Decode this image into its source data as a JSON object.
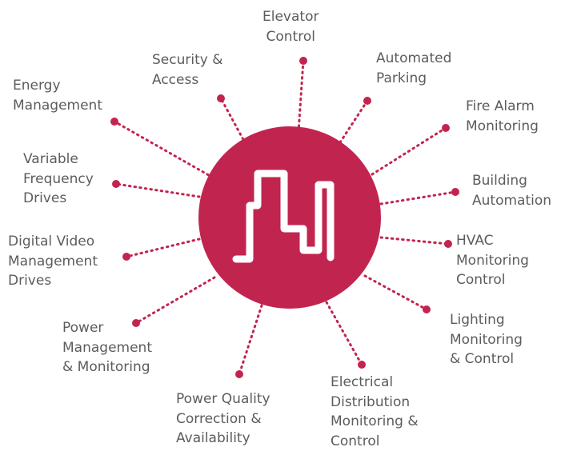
{
  "colors": {
    "accent": "#c1254f",
    "text": "#5b5c5f",
    "icon": "#ffffff"
  },
  "center": {
    "icon": "building-skyline-icon"
  },
  "labels": [
    {
      "id": "elevator",
      "lines": [
        "Elevator",
        "Control"
      ]
    },
    {
      "id": "parking",
      "lines": [
        "Automated",
        "Parking"
      ]
    },
    {
      "id": "fire",
      "lines": [
        "Fire Alarm",
        "Monitoring"
      ]
    },
    {
      "id": "building",
      "lines": [
        "Building",
        "Automation"
      ]
    },
    {
      "id": "hvac",
      "lines": [
        "HVAC",
        "Monitoring",
        "Control"
      ]
    },
    {
      "id": "lighting",
      "lines": [
        "Lighting",
        "Monitoring",
        "& Control"
      ]
    },
    {
      "id": "electrical",
      "lines": [
        "Electrical",
        "Distribution",
        "Monitoring &",
        "Control"
      ]
    },
    {
      "id": "quality",
      "lines": [
        "Power Quality",
        "Correction &",
        "Availability"
      ]
    },
    {
      "id": "power",
      "lines": [
        "Power",
        "Management",
        "& Monitoring"
      ]
    },
    {
      "id": "video",
      "lines": [
        "Digital Video",
        "Management",
        "Drives"
      ]
    },
    {
      "id": "vfd",
      "lines": [
        "Variable",
        "Frequency",
        "Drives"
      ]
    },
    {
      "id": "energy",
      "lines": [
        "Energy",
        "Management"
      ]
    },
    {
      "id": "security",
      "lines": [
        "Security &",
        "Access"
      ]
    }
  ]
}
